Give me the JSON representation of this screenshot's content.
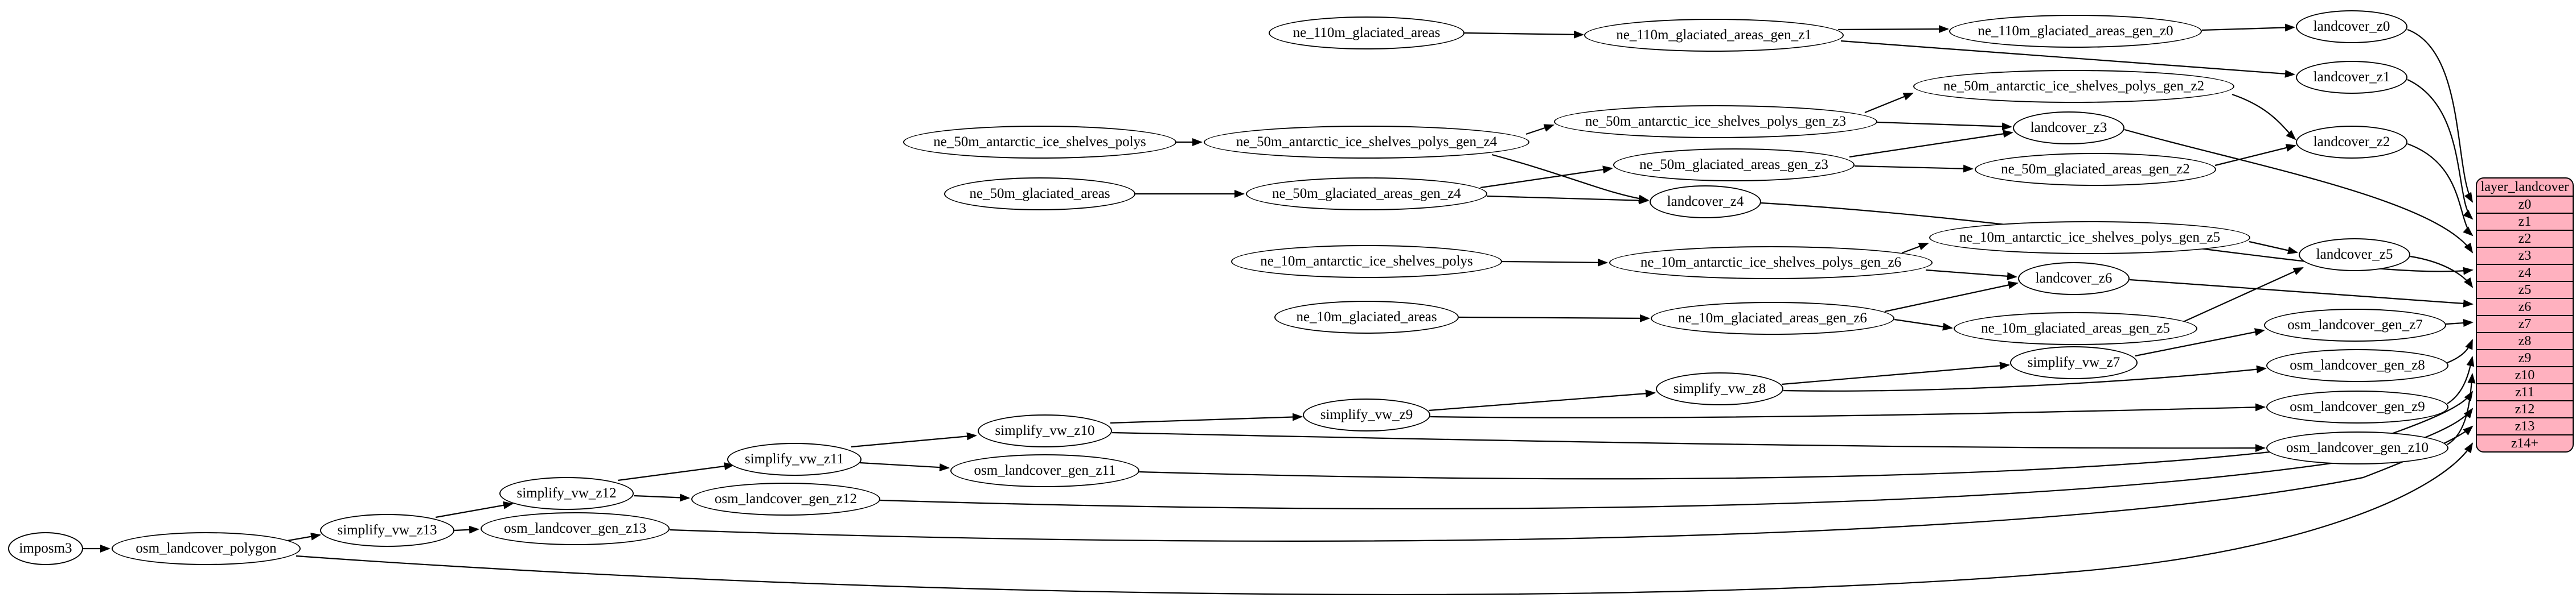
{
  "diagram": {
    "kind": "etl-dependency-graph",
    "layer": "landcover"
  },
  "table": {
    "title": "layer_landcover",
    "rows": [
      "z0",
      "z1",
      "z2",
      "z3",
      "z4",
      "z5",
      "z6",
      "z7",
      "z8",
      "z9",
      "z10",
      "z11",
      "z12",
      "z13",
      "z14+"
    ]
  },
  "nodes": {
    "imposm3": "imposm3",
    "osm_landcover_polygon": "osm_landcover_polygon",
    "simplify_vw_z13": "simplify_vw_z13",
    "osm_landcover_gen_z13": "osm_landcover_gen_z13",
    "simplify_vw_z12": "simplify_vw_z12",
    "osm_landcover_gen_z12": "osm_landcover_gen_z12",
    "simplify_vw_z11": "simplify_vw_z11",
    "osm_landcover_gen_z11": "osm_landcover_gen_z11",
    "simplify_vw_z10": "simplify_vw_z10",
    "osm_landcover_gen_z10": "osm_landcover_gen_z10",
    "simplify_vw_z9": "simplify_vw_z9",
    "osm_landcover_gen_z9": "osm_landcover_gen_z9",
    "simplify_vw_z8": "simplify_vw_z8",
    "osm_landcover_gen_z8": "osm_landcover_gen_z8",
    "simplify_vw_z7": "simplify_vw_z7",
    "osm_landcover_gen_z7": "osm_landcover_gen_z7",
    "ne_110m_glaciated_areas": "ne_110m_glaciated_areas",
    "ne_110m_glaciated_areas_gen_z1": "ne_110m_glaciated_areas_gen_z1",
    "ne_110m_glaciated_areas_gen_z0": "ne_110m_glaciated_areas_gen_z0",
    "landcover_z0": "landcover_z0",
    "landcover_z1": "landcover_z1",
    "landcover_z2": "landcover_z2",
    "landcover_z3": "landcover_z3",
    "landcover_z4": "landcover_z4",
    "landcover_z5": "landcover_z5",
    "landcover_z6": "landcover_z6",
    "ne_50m_antarctic_ice_shelves_polys": "ne_50m_antarctic_ice_shelves_polys",
    "ne_50m_antarctic_ice_shelves_polys_gen_z4": "ne_50m_antarctic_ice_shelves_polys_gen_z4",
    "ne_50m_antarctic_ice_shelves_polys_gen_z3": "ne_50m_antarctic_ice_shelves_polys_gen_z3",
    "ne_50m_antarctic_ice_shelves_polys_gen_z2": "ne_50m_antarctic_ice_shelves_polys_gen_z2",
    "ne_50m_glaciated_areas": "ne_50m_glaciated_areas",
    "ne_50m_glaciated_areas_gen_z4": "ne_50m_glaciated_areas_gen_z4",
    "ne_50m_glaciated_areas_gen_z3": "ne_50m_glaciated_areas_gen_z3",
    "ne_50m_glaciated_areas_gen_z2": "ne_50m_glaciated_areas_gen_z2",
    "ne_10m_antarctic_ice_shelves_polys": "ne_10m_antarctic_ice_shelves_polys",
    "ne_10m_antarctic_ice_shelves_polys_gen_z6": "ne_10m_antarctic_ice_shelves_polys_gen_z6",
    "ne_10m_antarctic_ice_shelves_polys_gen_z5": "ne_10m_antarctic_ice_shelves_polys_gen_z5",
    "ne_10m_glaciated_areas": "ne_10m_glaciated_areas",
    "ne_10m_glaciated_areas_gen_z6": "ne_10m_glaciated_areas_gen_z6",
    "ne_10m_glaciated_areas_gen_z5": "ne_10m_glaciated_areas_gen_z5"
  },
  "edges": [
    [
      "ne_110m_glaciated_areas",
      "ne_110m_glaciated_areas_gen_z1"
    ],
    [
      "ne_110m_glaciated_areas_gen_z1",
      "ne_110m_glaciated_areas_gen_z0"
    ],
    [
      "ne_110m_glaciated_areas_gen_z1",
      "landcover_z1"
    ],
    [
      "ne_110m_glaciated_areas_gen_z0",
      "landcover_z0"
    ],
    [
      "landcover_z0",
      "layer_landcover.z0"
    ],
    [
      "landcover_z1",
      "layer_landcover.z1"
    ],
    [
      "ne_50m_antarctic_ice_shelves_polys",
      "ne_50m_antarctic_ice_shelves_polys_gen_z4"
    ],
    [
      "ne_50m_antarctic_ice_shelves_polys_gen_z4",
      "ne_50m_antarctic_ice_shelves_polys_gen_z3"
    ],
    [
      "ne_50m_antarctic_ice_shelves_polys_gen_z4",
      "landcover_z4"
    ],
    [
      "ne_50m_antarctic_ice_shelves_polys_gen_z3",
      "ne_50m_antarctic_ice_shelves_polys_gen_z2"
    ],
    [
      "ne_50m_antarctic_ice_shelves_polys_gen_z3",
      "landcover_z3"
    ],
    [
      "ne_50m_antarctic_ice_shelves_polys_gen_z2",
      "landcover_z2"
    ],
    [
      "ne_50m_glaciated_areas",
      "ne_50m_glaciated_areas_gen_z4"
    ],
    [
      "ne_50m_glaciated_areas_gen_z4",
      "ne_50m_glaciated_areas_gen_z3"
    ],
    [
      "ne_50m_glaciated_areas_gen_z4",
      "landcover_z4"
    ],
    [
      "ne_50m_glaciated_areas_gen_z3",
      "landcover_z3"
    ],
    [
      "ne_50m_glaciated_areas_gen_z3",
      "ne_50m_glaciated_areas_gen_z2"
    ],
    [
      "ne_50m_glaciated_areas_gen_z2",
      "landcover_z2"
    ],
    [
      "landcover_z2",
      "layer_landcover.z2"
    ],
    [
      "landcover_z3",
      "layer_landcover.z3"
    ],
    [
      "landcover_z4",
      "layer_landcover.z4"
    ],
    [
      "ne_10m_antarctic_ice_shelves_polys",
      "ne_10m_antarctic_ice_shelves_polys_gen_z6"
    ],
    [
      "ne_10m_antarctic_ice_shelves_polys_gen_z6",
      "ne_10m_antarctic_ice_shelves_polys_gen_z5"
    ],
    [
      "ne_10m_antarctic_ice_shelves_polys_gen_z6",
      "landcover_z6"
    ],
    [
      "ne_10m_antarctic_ice_shelves_polys_gen_z5",
      "landcover_z5"
    ],
    [
      "ne_10m_glaciated_areas",
      "ne_10m_glaciated_areas_gen_z6"
    ],
    [
      "ne_10m_glaciated_areas_gen_z6",
      "landcover_z6"
    ],
    [
      "ne_10m_glaciated_areas_gen_z6",
      "ne_10m_glaciated_areas_gen_z5"
    ],
    [
      "ne_10m_glaciated_areas_gen_z5",
      "landcover_z5"
    ],
    [
      "landcover_z5",
      "layer_landcover.z5"
    ],
    [
      "landcover_z6",
      "layer_landcover.z6"
    ],
    [
      "imposm3",
      "osm_landcover_polygon"
    ],
    [
      "osm_landcover_polygon",
      "simplify_vw_z13"
    ],
    [
      "osm_landcover_polygon",
      "layer_landcover.z14+"
    ],
    [
      "simplify_vw_z13",
      "osm_landcover_gen_z13"
    ],
    [
      "simplify_vw_z13",
      "simplify_vw_z12"
    ],
    [
      "osm_landcover_gen_z13",
      "layer_landcover.z13"
    ],
    [
      "simplify_vw_z12",
      "osm_landcover_gen_z12"
    ],
    [
      "simplify_vw_z12",
      "simplify_vw_z11"
    ],
    [
      "osm_landcover_gen_z12",
      "layer_landcover.z12"
    ],
    [
      "simplify_vw_z11",
      "osm_landcover_gen_z11"
    ],
    [
      "simplify_vw_z11",
      "simplify_vw_z10"
    ],
    [
      "osm_landcover_gen_z11",
      "layer_landcover.z11"
    ],
    [
      "simplify_vw_z10",
      "osm_landcover_gen_z10"
    ],
    [
      "simplify_vw_z10",
      "simplify_vw_z9"
    ],
    [
      "simplify_vw_z9",
      "simplify_vw_z8"
    ],
    [
      "simplify_vw_z9",
      "osm_landcover_gen_z9"
    ],
    [
      "simplify_vw_z8",
      "simplify_vw_z7"
    ],
    [
      "simplify_vw_z8",
      "osm_landcover_gen_z8"
    ],
    [
      "simplify_vw_z7",
      "osm_landcover_gen_z7"
    ],
    [
      "osm_landcover_gen_z7",
      "layer_landcover.z7"
    ],
    [
      "osm_landcover_gen_z8",
      "layer_landcover.z8"
    ],
    [
      "osm_landcover_gen_z9",
      "layer_landcover.z9"
    ],
    [
      "osm_landcover_gen_z10",
      "layer_landcover.z10"
    ]
  ],
  "colors": {
    "table_fill": "#ffb1bf",
    "node_fill": "#ffffff",
    "stroke": "#000000"
  }
}
